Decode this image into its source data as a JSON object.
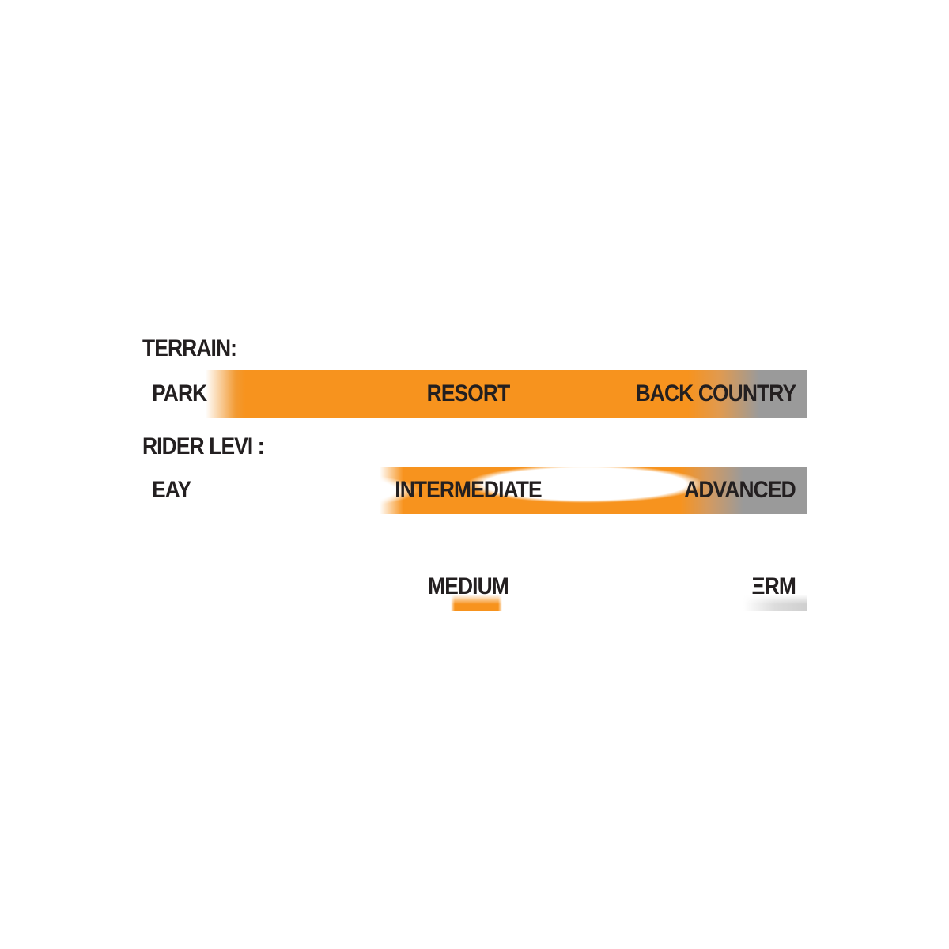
{
  "terrain": {
    "label": "ΤERRAIN:",
    "left": "PARK",
    "center": "RESORT",
    "right": "BACK COUNTRY"
  },
  "rider_level": {
    "label": "RIDER LEVI :",
    "left": "ΕΑΥ",
    "center": "INTERMEDIATE",
    "right": "ADVANCED"
  },
  "flex": {
    "label": "",
    "left": "",
    "center": "MEDIUM",
    "right": "ΞRM"
  },
  "colors": {
    "accent": "#f7931e",
    "neutral": "#9a9a9a",
    "text": "#231f20"
  }
}
